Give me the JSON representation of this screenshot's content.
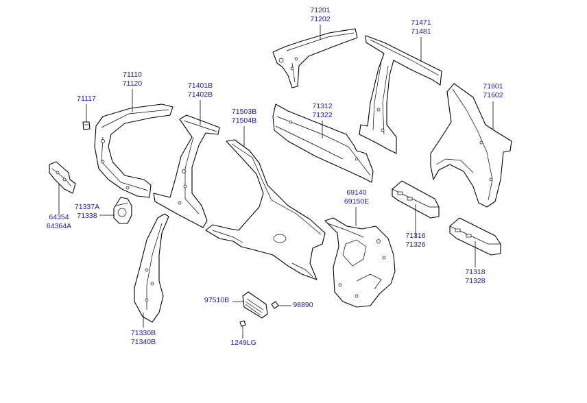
{
  "label_color": "#1a1aa8",
  "callouts": {
    "c71201": {
      "lines": [
        "71201",
        "71202"
      ]
    },
    "c71471": {
      "lines": [
        "71471",
        "71481"
      ]
    },
    "c71110": {
      "lines": [
        "71110",
        "71120"
      ]
    },
    "c71401": {
      "lines": [
        "71401B",
        "71402B"
      ]
    },
    "c71117": {
      "lines": [
        "71117"
      ]
    },
    "c71312": {
      "lines": [
        "71312",
        "71322"
      ]
    },
    "c71503": {
      "lines": [
        "71503B",
        "71504B"
      ]
    },
    "c71601": {
      "lines": [
        "71601",
        "71602"
      ]
    },
    "c64354": {
      "lines": [
        "64354",
        "64364A"
      ]
    },
    "c71337": {
      "lines": [
        "71337A",
        "71338"
      ]
    },
    "c69140": {
      "lines": [
        "69140",
        "69150E"
      ]
    },
    "c71316": {
      "lines": [
        "71316",
        "71326"
      ]
    },
    "c71318": {
      "lines": [
        "71318",
        "71328"
      ]
    },
    "c97510": {
      "lines": [
        "97510B"
      ]
    },
    "c98890": {
      "lines": [
        "98890"
      ]
    },
    "c71330": {
      "lines": [
        "71330B",
        "71340B"
      ]
    },
    "c1249": {
      "lines": [
        "1249LG"
      ]
    }
  }
}
